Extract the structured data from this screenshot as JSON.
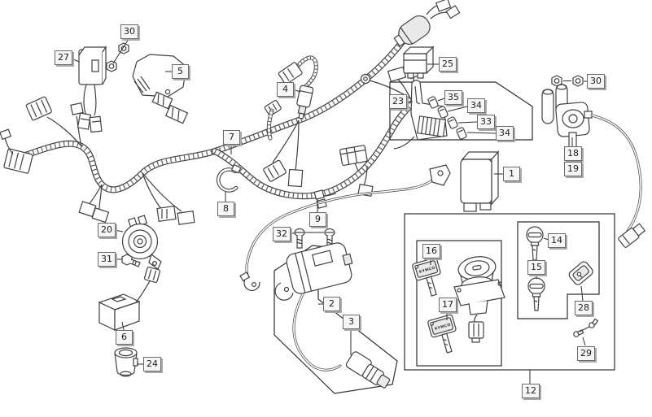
{
  "diagram": {
    "type": "exploded-parts-diagram",
    "subject": "scooter electrical / wiring harness parts",
    "background_color": "#ffffff",
    "line_color": "#404040",
    "callout_style": {
      "bg": "#f6f6f6",
      "border": "#6b6b6b",
      "shadow": "#a9a9a9"
    },
    "key_brand_text": "KYMCO",
    "callouts": {
      "c27": "27",
      "c30_left": "30",
      "c5": "5",
      "c4": "4",
      "c7": "7",
      "c8": "8",
      "c9": "9",
      "c32": "32",
      "c2": "2",
      "c3": "3",
      "c20": "20",
      "c31": "31",
      "c6": "6",
      "c24": "24",
      "c25": "25",
      "c23": "23",
      "c35": "35",
      "c34_upper": "34",
      "c33": "33",
      "c34_lower": "34",
      "c1": "1",
      "c30_right": "30",
      "c18": "18",
      "c19": "19",
      "c16": "16",
      "c17": "17",
      "c14": "14",
      "c15": "15",
      "c28": "28",
      "c29": "29",
      "c12": "12"
    }
  }
}
